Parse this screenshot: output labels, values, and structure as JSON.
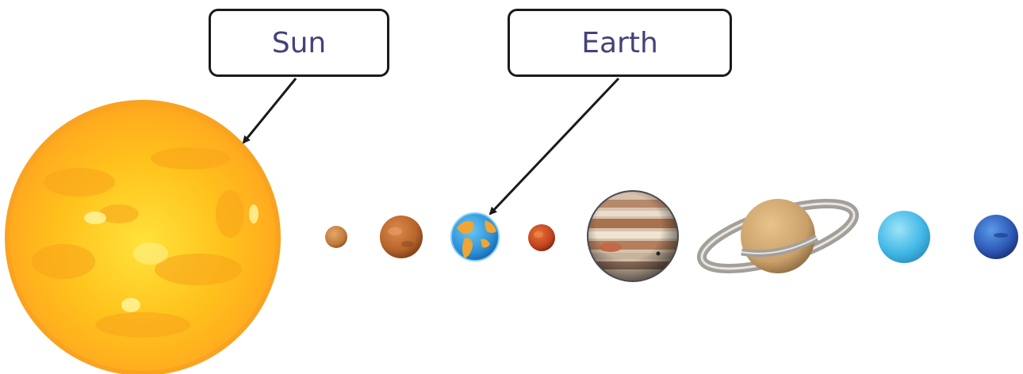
{
  "labels": {
    "sun": "Sun",
    "earth": "Earth"
  },
  "bodies": [
    "sun",
    "mercury",
    "venus",
    "earth",
    "mars",
    "jupiter",
    "saturn",
    "uranus",
    "neptune"
  ],
  "colors": {
    "sun": "#ffb11c",
    "sun_rim": "#f9a321",
    "mercury": "#c07a3c",
    "venus": "#b8652c",
    "earth_ocean": "#2a8fd6",
    "earth_land": "#f1a532",
    "mars": "#c0431e",
    "jupiter": "#c89a78",
    "saturn": "#d2a86b",
    "saturn_ring": "#9c9894",
    "uranus": "#43b9e6",
    "neptune": "#2f5bb8",
    "label_text": "#44417a",
    "label_border": "#1a1a1a"
  }
}
